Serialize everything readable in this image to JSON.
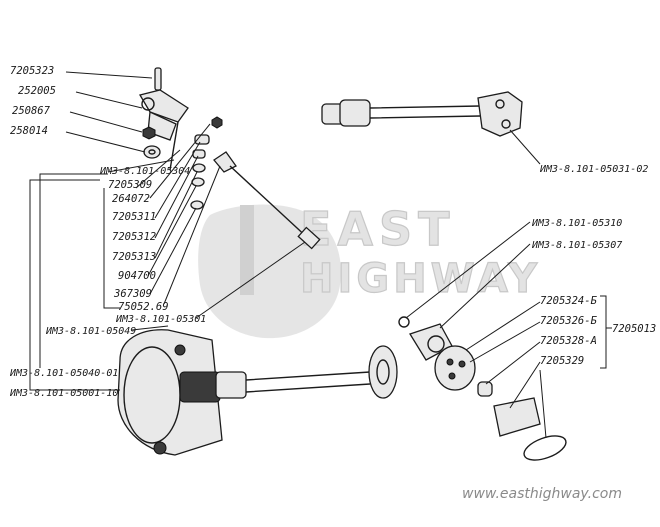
{
  "watermark": {
    "line1": "EAST",
    "line2": "HIGHWAY",
    "url": "www.easthighway.com"
  },
  "labels": {
    "l7205323": "7205323",
    "l252005": "252005",
    "l250867": "250867",
    "l258014": "258014",
    "l05304": "ИМЗ-8.101-05304",
    "l7205309": "7205309",
    "l264072": "264072",
    "l7205311": "7205311",
    "l7205312": "7205312",
    "l7205313": "7205313",
    "l904700": "904700",
    "l367309": "367309",
    "l7505269": "75052.69",
    "l05301": "ИМЗ-8.101-05301",
    "l05049": "ИМЗ-8.101-05049",
    "l05040": "ИМЗ-8.101-05040-01",
    "l05001": "ИМЗ-8.101-05001-10",
    "l05031": "ИМЗ-8.101-05031-02",
    "l05310": "ИМЗ-8.101-05310",
    "l05307": "ИМЗ-8.101-05307",
    "l7205324": "7205324-Б",
    "l7205326": "7205326-Б",
    "l7205328": "7205328-А",
    "l7205329": "7205329",
    "l7205013": "7205013"
  }
}
